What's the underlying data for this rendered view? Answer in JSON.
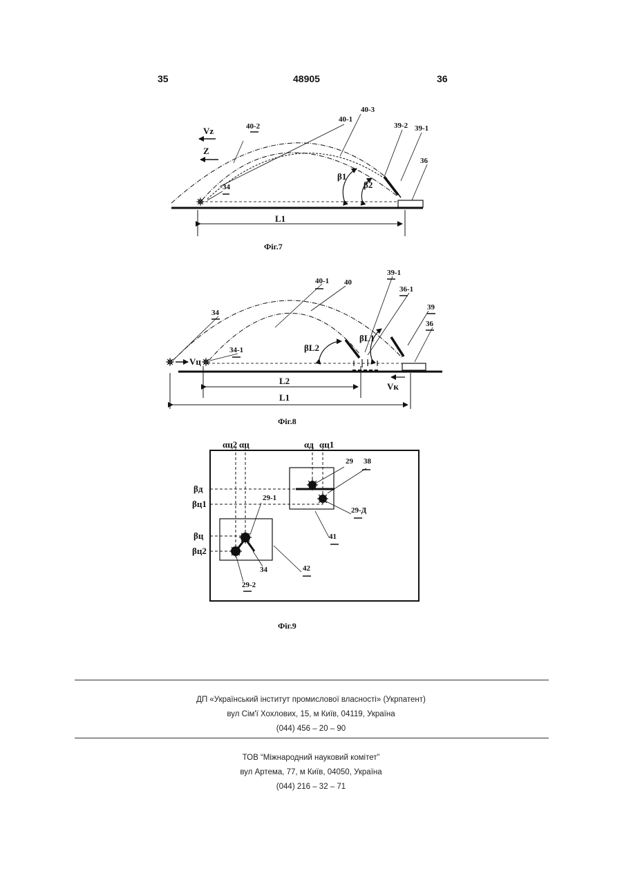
{
  "header": {
    "page_left": "35",
    "patent_number": "48905",
    "page_right": "36"
  },
  "fig7": {
    "caption": "Фіг.7",
    "labels": {
      "l40_2": "40-2",
      "l40_1": "40-1",
      "l40_3": "40-3",
      "l39_2": "39-2",
      "l39_1": "39-1",
      "l36": "36",
      "l34": "34",
      "vz": "Vz",
      "z": "Z",
      "b1": "β1",
      "b2": "β2",
      "L1": "L1"
    }
  },
  "fig8": {
    "caption": "Фіг.8",
    "labels": {
      "l40_1": "40-1",
      "l40": "40",
      "l39_1": "39-1",
      "l36_1": "36-1",
      "l39": "39",
      "l36": "36",
      "l34": "34",
      "l34_1": "34-1",
      "vc": "Vц",
      "vk": "Vк",
      "bL2": "βL2",
      "bL1": "βL1",
      "L2": "L2",
      "L1": "L1"
    }
  },
  "fig9": {
    "caption": "Фіг.9",
    "labels": {
      "ac2": "αц2",
      "ac": "αц",
      "ad": "αд",
      "ac1": "αц1",
      "bd": "βд",
      "bc1": "βц1",
      "bc": "βц",
      "bc2": "βц2",
      "l29": "29",
      "l38": "38",
      "l29_1": "29-1",
      "l29_d": "29-Д",
      "l41": "41",
      "l42": "42",
      "l34": "34",
      "l29_2": "29-2"
    }
  },
  "publisher": {
    "line1": "ДП «Український інститут промислової власності» (Укрпатент)",
    "line2": "вул  Сім'ї Хохлових, 15, м  Київ, 04119, Україна",
    "line3": "(044) 456 – 20 –  90"
  },
  "translator": {
    "line1": "ТОВ “Міжнародний науковий комітет”",
    "line2": "вул  Артема, 77, м  Київ, 04050, Україна",
    "line3": "(044) 216 – 32 – 71"
  }
}
